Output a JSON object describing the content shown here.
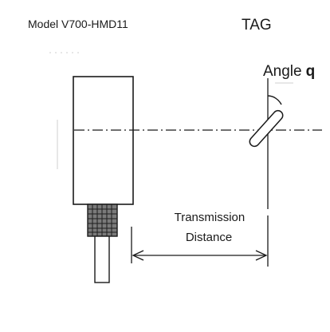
{
  "labels": {
    "model": "Model V700-HMD11",
    "tag": "TAG",
    "angle": "Angle",
    "angle_symbol": "q",
    "transmission_line1": "Transmission",
    "transmission_line2": "Distance"
  },
  "colors": {
    "ink": "#1a1a1a",
    "background": "#ffffff"
  }
}
